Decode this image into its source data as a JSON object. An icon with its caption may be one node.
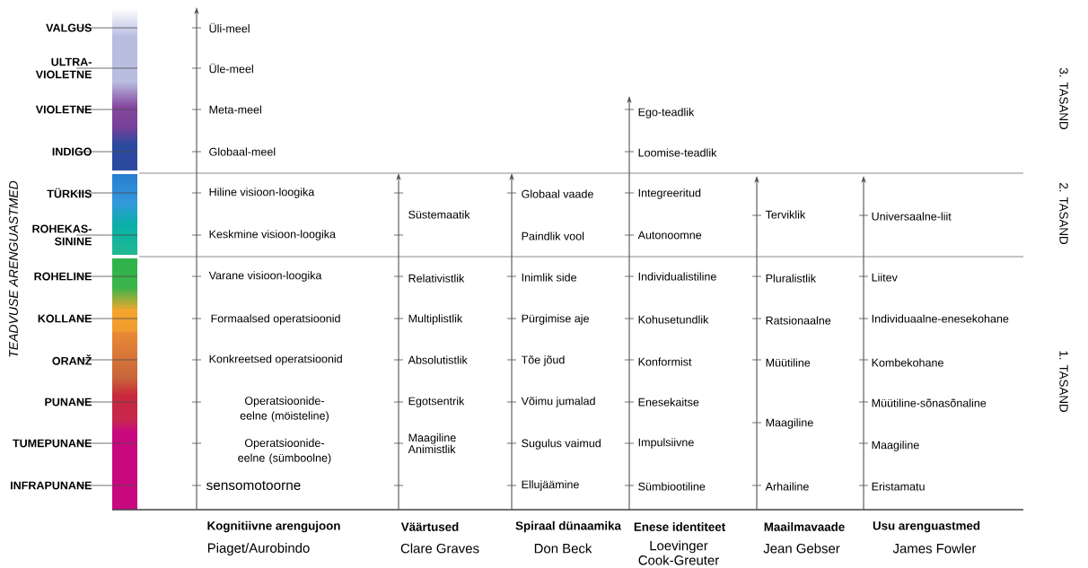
{
  "diagram": {
    "labels": [
      "VALGUS",
      "ULTRA- VIOLETNE",
      "VIOLETNE",
      "INDIGO",
      "TÜRKIIS",
      "ROHEKAS- SININE",
      "ROHELINE",
      "KOLLANE",
      "ORANŽ",
      "PUNANE",
      "TUMEPUNANE",
      "INFRAPUNANE",
      "TEADVUSE ARENGUASTMED",
      "Üli-meel",
      "Üle-meel",
      "Meta-meel",
      "Globaal-meel",
      "Hiline visioon-loogika",
      "Keskmine visioon-loogika",
      "Varane visioon-loogika",
      "Formaalsed operatsioonid",
      "Konkreetsed operatsioonid",
      "Operatsioonide-eelne (möisteline)",
      "Operatsioonide-eelne (sümboolne)",
      "sensomotoorne",
      "Kognitiivne arengujoon",
      "Piaget/Aurobindo",
      "Süstemaatik",
      "Relativistlik",
      "Multiplistlik",
      "Absolutistlik",
      "Egotsentrik",
      "Maagiline Animistlik",
      "Väärtused",
      "Clare Graves",
      "Globaal vaade",
      "Paindlik vool",
      "Inimlik side",
      "Pürgimise aje",
      "Tõe jõud",
      "Võimu jumalad",
      "Sugulus vaimud",
      "Ellujäämine",
      "Spiraal dünaamika",
      "Don Beck",
      "Ego-teadlik",
      "Loomise-teadlik",
      "Integreeritud",
      "Autonoomne",
      "Individualistiline",
      "Kohusetundlik",
      "Konformist",
      "Enesekaitse",
      "Impulsiivne",
      "Sümbiootiline",
      "Enese identiteet",
      "Loevinger Cook-Greuter",
      "Terviklik",
      "Pluralistlik",
      "Ratsionaalne",
      "Müütiline",
      "Maagiline",
      "Arhailine",
      "Maailmavaade",
      "Jean Gebser",
      "Universaalne-liit",
      "Liitev",
      "Individuaalne-enesekohane",
      "Kombekohane",
      "Müütiline-sõnasõnaline",
      "Maagiline",
      "Eristamatu",
      "Usu arenguastmed",
      "James Fowler",
      "3. TASAND",
      "2. TASAND",
      "1. TASAND"
    ]
  }
}
